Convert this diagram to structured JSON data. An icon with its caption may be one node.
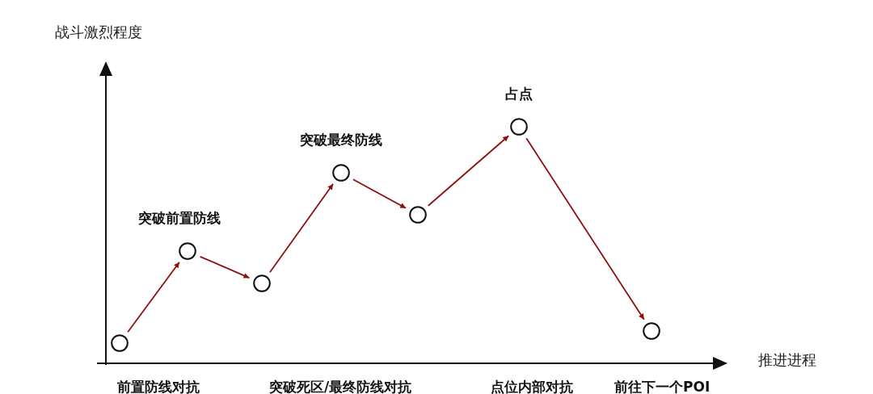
{
  "diagram": {
    "nodes": [
      {
        "text": [],
        "shape": "circle"
      },
      {
        "text": [],
        "shape": "circle",
        "beside": [
          "突破前置防线"
        ]
      },
      {
        "text": [],
        "shape": "circle"
      },
      {
        "text": [],
        "shape": "circle",
        "beside": [
          "突破最终防线"
        ]
      },
      {
        "text": [],
        "shape": "circle"
      },
      {
        "text": [],
        "shape": "circle",
        "beside": [
          "占点"
        ]
      },
      {
        "text": [],
        "shape": "circle"
      }
    ],
    "edges": [
      {
        "from": 0,
        "to": 1,
        "arrow": "to"
      },
      {
        "from": 1,
        "to": 2,
        "arrow": "to"
      },
      {
        "from": 2,
        "to": 3,
        "arrow": "to"
      },
      {
        "from": 3,
        "to": 4,
        "arrow": "to"
      },
      {
        "from": 4,
        "to": 5,
        "arrow": "to"
      },
      {
        "from": 5,
        "to": 6,
        "arrow": "to"
      }
    ],
    "labels": [
      "战斗激烈程度",
      "推进进程",
      "前置防线对抗",
      "突破死区/最终防线对抗",
      "点位内部对抗",
      "前往下一个POI"
    ]
  }
}
